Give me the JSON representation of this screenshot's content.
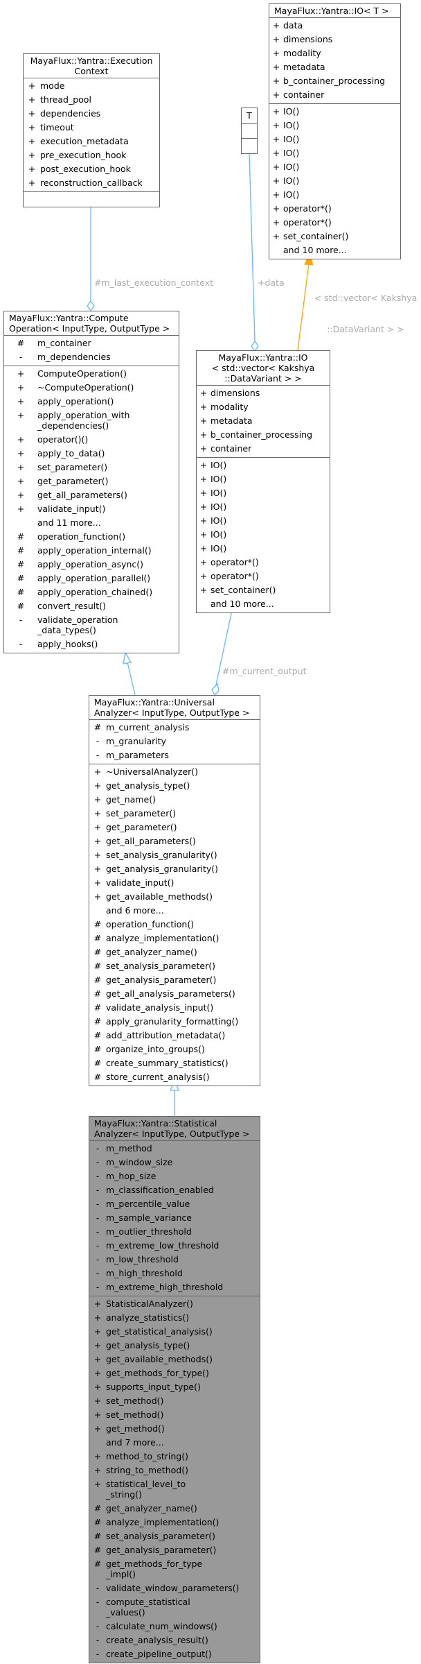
{
  "colors": {
    "edge_blue": "#63b8ff",
    "edge_orange": "#ffa500",
    "box_border": "#666666",
    "highlight_fill": "#999999",
    "edge_label": "#aaaaaa"
  },
  "classes": {
    "io_t": {
      "title": "MayaFlux::Yantra::IO< T >",
      "attributes": [
        {
          "v": "+",
          "n": "data"
        },
        {
          "v": "+",
          "n": "dimensions"
        },
        {
          "v": "+",
          "n": "modality"
        },
        {
          "v": "+",
          "n": "metadata"
        },
        {
          "v": "+",
          "n": "b_container_processing"
        },
        {
          "v": "+",
          "n": "container"
        }
      ],
      "methods": [
        {
          "v": "+",
          "n": "IO()"
        },
        {
          "v": "+",
          "n": "IO()"
        },
        {
          "v": "+",
          "n": "IO()"
        },
        {
          "v": "+",
          "n": "IO()"
        },
        {
          "v": "+",
          "n": "IO()"
        },
        {
          "v": "+",
          "n": "IO()"
        },
        {
          "v": "+",
          "n": "IO()"
        },
        {
          "v": "+",
          "n": "operator*()"
        },
        {
          "v": "+",
          "n": "operator*()"
        },
        {
          "v": "+",
          "n": "set_container()"
        },
        {
          "v": "",
          "n": "and 10 more..."
        }
      ]
    },
    "template_param": {
      "title": "T"
    },
    "execution_context": {
      "title_line1": "MayaFlux::Yantra::Execution",
      "title_line2": "Context",
      "attributes": [
        {
          "v": "+",
          "n": "mode"
        },
        {
          "v": "+",
          "n": "thread_pool"
        },
        {
          "v": "+",
          "n": "dependencies"
        },
        {
          "v": "+",
          "n": "timeout"
        },
        {
          "v": "+",
          "n": "execution_metadata"
        },
        {
          "v": "+",
          "n": "pre_execution_hook"
        },
        {
          "v": "+",
          "n": "post_execution_hook"
        },
        {
          "v": "+",
          "n": "reconstruction_callback"
        }
      ]
    },
    "compute_operation": {
      "title_line1": "MayaFlux::Yantra::Compute",
      "title_line2": "Operation< InputType, OutputType >",
      "attributes": [
        {
          "v": "#",
          "n": "m_container"
        },
        {
          "v": "-",
          "n": "m_dependencies"
        }
      ],
      "methods": [
        {
          "v": "+",
          "n": "ComputeOperation()"
        },
        {
          "v": "+",
          "n": "~ComputeOperation()"
        },
        {
          "v": "+",
          "n": "apply_operation()"
        },
        {
          "v": "+",
          "n": "apply_operation_with\n_dependencies()"
        },
        {
          "v": "+",
          "n": "operator()()"
        },
        {
          "v": "+",
          "n": "apply_to_data()"
        },
        {
          "v": "+",
          "n": "set_parameter()"
        },
        {
          "v": "+",
          "n": "get_parameter()"
        },
        {
          "v": "+",
          "n": "get_all_parameters()"
        },
        {
          "v": "+",
          "n": "validate_input()"
        },
        {
          "v": "",
          "n": "and 11 more..."
        },
        {
          "v": "#",
          "n": "operation_function()"
        },
        {
          "v": "#",
          "n": "apply_operation_internal()"
        },
        {
          "v": "#",
          "n": "apply_operation_async()"
        },
        {
          "v": "#",
          "n": "apply_operation_parallel()"
        },
        {
          "v": "#",
          "n": "apply_operation_chained()"
        },
        {
          "v": "#",
          "n": "convert_result()"
        },
        {
          "v": "-",
          "n": "validate_operation\n_data_types()"
        },
        {
          "v": "-",
          "n": "apply_hooks()"
        }
      ]
    },
    "io_vector": {
      "title_line1": "MayaFlux::Yantra::IO",
      "title_line2": "< std::vector< Kakshya",
      "title_line3": "::DataVariant > >",
      "attributes": [
        {
          "v": "+",
          "n": "dimensions"
        },
        {
          "v": "+",
          "n": "modality"
        },
        {
          "v": "+",
          "n": "metadata"
        },
        {
          "v": "+",
          "n": "b_container_processing"
        },
        {
          "v": "+",
          "n": "container"
        }
      ],
      "methods": [
        {
          "v": "+",
          "n": "IO()"
        },
        {
          "v": "+",
          "n": "IO()"
        },
        {
          "v": "+",
          "n": "IO()"
        },
        {
          "v": "+",
          "n": "IO()"
        },
        {
          "v": "+",
          "n": "IO()"
        },
        {
          "v": "+",
          "n": "IO()"
        },
        {
          "v": "+",
          "n": "IO()"
        },
        {
          "v": "+",
          "n": "operator*()"
        },
        {
          "v": "+",
          "n": "operator*()"
        },
        {
          "v": "+",
          "n": "set_container()"
        },
        {
          "v": "",
          "n": "and 10 more..."
        }
      ]
    },
    "universal_analyzer": {
      "title_line1": "MayaFlux::Yantra::Universal",
      "title_line2": "Analyzer< InputType, OutputType >",
      "attributes": [
        {
          "v": "#",
          "n": "m_current_analysis"
        },
        {
          "v": "-",
          "n": "m_granularity"
        },
        {
          "v": "-",
          "n": "m_parameters"
        }
      ],
      "methods": [
        {
          "v": "+",
          "n": "~UniversalAnalyzer()"
        },
        {
          "v": "+",
          "n": "get_analysis_type()"
        },
        {
          "v": "+",
          "n": "get_name()"
        },
        {
          "v": "+",
          "n": "set_parameter()"
        },
        {
          "v": "+",
          "n": "get_parameter()"
        },
        {
          "v": "+",
          "n": "get_all_parameters()"
        },
        {
          "v": "+",
          "n": "set_analysis_granularity()"
        },
        {
          "v": "+",
          "n": "get_analysis_granularity()"
        },
        {
          "v": "+",
          "n": "validate_input()"
        },
        {
          "v": "+",
          "n": "get_available_methods()"
        },
        {
          "v": "",
          "n": "and 6 more..."
        },
        {
          "v": "#",
          "n": "operation_function()"
        },
        {
          "v": "#",
          "n": "analyze_implementation()"
        },
        {
          "v": "#",
          "n": "get_analyzer_name()"
        },
        {
          "v": "#",
          "n": "set_analysis_parameter()"
        },
        {
          "v": "#",
          "n": "get_analysis_parameter()"
        },
        {
          "v": "#",
          "n": "get_all_analysis_parameters()"
        },
        {
          "v": "#",
          "n": "validate_analysis_input()"
        },
        {
          "v": "#",
          "n": "apply_granularity_formatting()"
        },
        {
          "v": "#",
          "n": "add_attribution_metadata()"
        },
        {
          "v": "#",
          "n": "organize_into_groups()"
        },
        {
          "v": "#",
          "n": "create_summary_statistics()"
        },
        {
          "v": "#",
          "n": "store_current_analysis()"
        }
      ]
    },
    "statistical_analyzer": {
      "title_line1": "MayaFlux::Yantra::Statistical",
      "title_line2": "Analyzer< InputType, OutputType >",
      "attributes": [
        {
          "v": "-",
          "n": "m_method"
        },
        {
          "v": "-",
          "n": "m_window_size"
        },
        {
          "v": "-",
          "n": "m_hop_size"
        },
        {
          "v": "-",
          "n": "m_classification_enabled"
        },
        {
          "v": "-",
          "n": "m_percentile_value"
        },
        {
          "v": "-",
          "n": "m_sample_variance"
        },
        {
          "v": "-",
          "n": "m_outlier_threshold"
        },
        {
          "v": "-",
          "n": "m_extreme_low_threshold"
        },
        {
          "v": "-",
          "n": "m_low_threshold"
        },
        {
          "v": "-",
          "n": "m_high_threshold"
        },
        {
          "v": "-",
          "n": "m_extreme_high_threshold"
        }
      ],
      "methods": [
        {
          "v": "+",
          "n": "StatisticalAnalyzer()"
        },
        {
          "v": "+",
          "n": "analyze_statistics()"
        },
        {
          "v": "+",
          "n": "get_statistical_analysis()"
        },
        {
          "v": "+",
          "n": "get_analysis_type()"
        },
        {
          "v": "+",
          "n": "get_available_methods()"
        },
        {
          "v": "+",
          "n": "get_methods_for_type()"
        },
        {
          "v": "+",
          "n": "supports_input_type()"
        },
        {
          "v": "+",
          "n": "set_method()"
        },
        {
          "v": "+",
          "n": "set_method()"
        },
        {
          "v": "+",
          "n": "get_method()"
        },
        {
          "v": "",
          "n": "and 7 more..."
        },
        {
          "v": "+",
          "n": "method_to_string()"
        },
        {
          "v": "+",
          "n": "string_to_method()"
        },
        {
          "v": "+",
          "n": "statistical_level_to\n_string()"
        },
        {
          "v": "#",
          "n": "get_analyzer_name()"
        },
        {
          "v": "#",
          "n": "analyze_implementation()"
        },
        {
          "v": "#",
          "n": "set_analysis_parameter()"
        },
        {
          "v": "#",
          "n": "get_analysis_parameter()"
        },
        {
          "v": "#",
          "n": "get_methods_for_type\n_impl()"
        },
        {
          "v": "-",
          "n": "validate_window_parameters()"
        },
        {
          "v": "-",
          "n": "compute_statistical\n_values()"
        },
        {
          "v": "-",
          "n": "calculate_num_windows()"
        },
        {
          "v": "-",
          "n": "create_analysis_result()"
        },
        {
          "v": "-",
          "n": "create_pipeline_output()"
        }
      ]
    }
  },
  "edges": {
    "last_execution_context": "#m_last_execution_context",
    "data": "+data",
    "template_binding_line1": "< std::vector< Kakshya",
    "template_binding_line2": "::DataVariant > >",
    "current_output": "#m_current_output"
  }
}
